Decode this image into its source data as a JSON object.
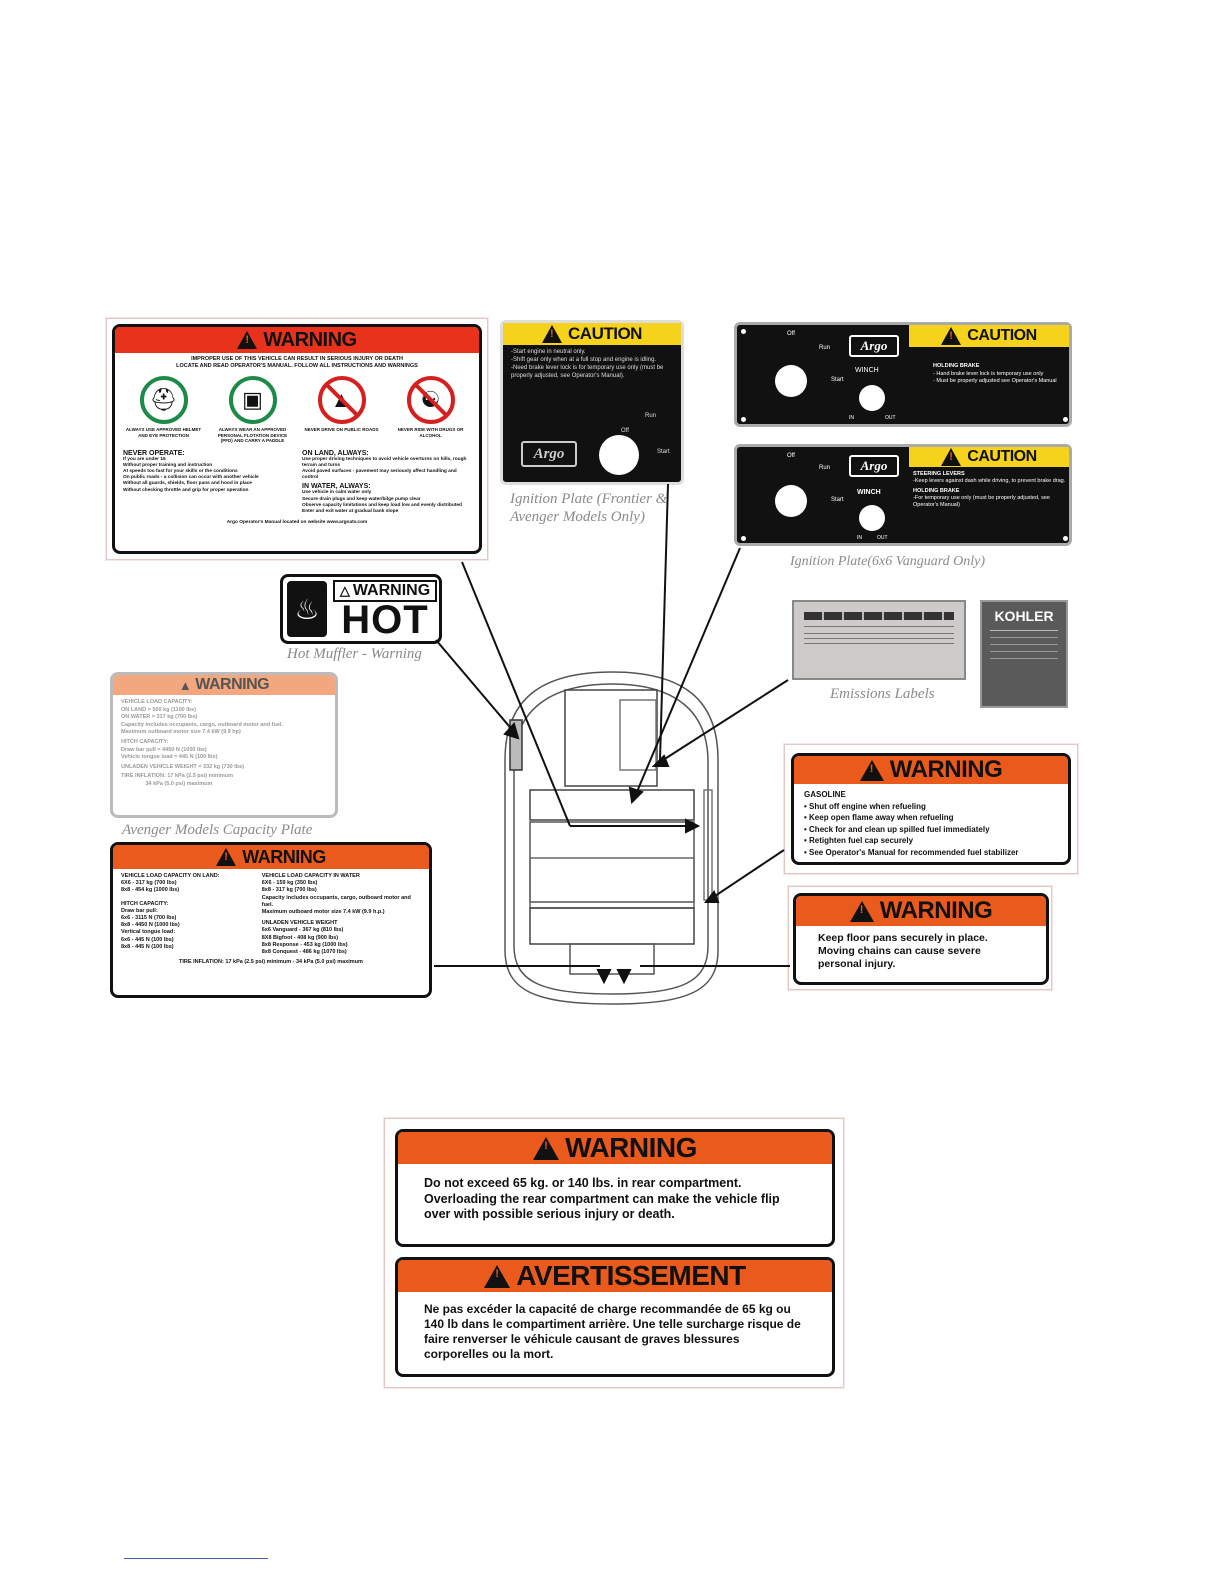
{
  "warning_main": {
    "title": "WARNING",
    "subtitle1": "IMPROPER USE OF THIS VEHICLE CAN RESULT IN SERIOUS INJURY OR DEATH",
    "subtitle2": "LOCATE AND READ OPERATOR'S MANUAL. FOLLOW ALL INSTRUCTIONS AND WARNINGS",
    "icons": [
      {
        "icon": "helmet-icon",
        "caption": "ALWAYS USE APPROVED HELMET AND EYE PROTECTION"
      },
      {
        "icon": "life-vest-icon",
        "caption": "ALWAYS WEAR AN APPROVED PERSONAL FLOTATION DEVICE (PFD) AND CARRY A PADDLE"
      },
      {
        "icon": "no-road-icon",
        "caption": "NEVER DRIVE ON PUBLIC ROADS"
      },
      {
        "icon": "no-alcohol-icon",
        "caption": "NEVER RIDE WITH DRUGS OR ALCOHOL"
      }
    ],
    "never_operate_title": "NEVER OPERATE:",
    "never_operate": [
      "If you are under 16",
      "Without proper training and instruction",
      "At speeds too fast for your skills or the conditions",
      "On public roads - a collision can occur with another vehicle",
      "Without all guards, shields, floor pans and hood in place",
      "Without checking throttle and grip for proper operation"
    ],
    "on_land_title": "ON LAND, ALWAYS:",
    "on_land": [
      "Use proper driving techniques to avoid vehicle overturns on hills, rough terrain and turns",
      "Avoid paved surfaces - pavement may seriously affect handling and control"
    ],
    "in_water_title": "IN WATER, ALWAYS:",
    "in_water": [
      "Use vehicle in calm water only",
      "Secure drain plugs and keep water/bilge pump clear",
      "Observe capacity limitations and keep load low and evenly distributed",
      "Enter and exit water at gradual bank slope"
    ],
    "footer": "Argo Operator's Manual located on website www.argoatv.com"
  },
  "caution_ignition": {
    "title": "CAUTION",
    "lines": [
      "-Start engine in neutral only.",
      "-Shift gear only when at a full stop and engine is idling.",
      "-Need brake lever lock is for temporary use only (must be properly adjusted, see Operator's Manual)."
    ],
    "off": "Off",
    "run": "Run",
    "start": "Start",
    "brand": "Argo"
  },
  "caption_ignition": "Ignition Plate (Frontier & Avenger Models Only)",
  "vanguard_plate_1": {
    "title": "CAUTION",
    "off": "Off",
    "run": "Run",
    "start": "Start",
    "brand": "Argo",
    "winch": "WINCH",
    "in": "IN",
    "out": "OUT",
    "heading": "HOLDING BRAKE",
    "lines": [
      "- Hand brake lever lock is temporary use only",
      "- Must be properly adjusted see Operator's Manual"
    ]
  },
  "vanguard_plate_2": {
    "title": "CAUTION",
    "off": "Off",
    "run": "Run",
    "start": "Start",
    "brand": "Argo",
    "winch": "WINCH",
    "in": "IN",
    "out": "OUT",
    "heading1": "STEERING LEVERS",
    "lines1": [
      "-Keep levers against dash while driving, to prevent brake drag."
    ],
    "heading2": "HOLDING BRAKE",
    "lines2": [
      "-For temporary use only (must be properly adjusted, see Operator's Manual)"
    ]
  },
  "caption_vanguard": "Ignition Plate(6x6 Vanguard Only)",
  "hot_label": {
    "warning": "WARNING",
    "hot": "HOT"
  },
  "caption_hot": "Hot Muffler - Warning",
  "emissions": {
    "brand": "KOHLER"
  },
  "caption_emissions": "Emissions Labels",
  "avenger_capacity": {
    "title": "WARNING",
    "lines": [
      "VEHICLE LOAD CAPACITY:",
      "ON LAND   = 500 kg (1100 lbs)",
      "ON WATER  = 317 kg (700 lbs)",
      "Capacity includes occupants, cargo, outboard motor and fuel.",
      "Maximum outboard motor size 7.4 kW (9.9 hp)",
      "HITCH CAPACITY:",
      "Draw bar pull        = 4450 N (1000 lbs)",
      "Vehicle tongue load   = 445 N (100 lbs)",
      "UNLADEN VEHICLE WEIGHT = 332 kg (730 lbs)",
      "TIRE INFLATION: 17 kPa (2.5 psi) minimum",
      "                34 kPa (5.0 psi) maximum"
    ]
  },
  "caption_avenger": "Avenger Models Capacity Plate",
  "capacity_plate": {
    "title": "WARNING",
    "left": [
      "VEHICLE LOAD CAPACITY ON LAND:",
      "6X6 - 317 kg (700 lbs)",
      "8x8 - 454 kg (1000 lbs)",
      "",
      "HITCH CAPACITY:",
      "Draw bar pull:",
      "6x6 - 3115 N (700 lbs)",
      "8x8 - 4450 N (1000 lbs)",
      "Vertical tongue load:",
      "6x6 - 445 N (100 lbs)",
      "8x8 - 445 N (100 lbs)"
    ],
    "right": [
      "VEHICLE LOAD CAPACITY IN WATER",
      "6X6 - 159 kg (350 lbs)",
      "8x8 - 317 kg (700 lbs)",
      "Capacity includes occupants, cargo, outboard motor and fuel.",
      "Maximum outboard motor size 7.4 kW (9.9 h.p.)",
      "",
      "UNLADEN VEHICLE WEIGHT",
      "6x6 Vanguard - 367 kg (810 lbs)",
      "8X8 Bigfoot - 408 kg (900 lbs)",
      "8x8 Response - 453 kg (1000 lbs)",
      "8x8 Conquest - 486 kg (1070 lbs)"
    ],
    "footer": "TIRE INFLATION: 17 kPa (2.5 psi) minimum - 34 kPa (5.0 psi) maximum"
  },
  "gasoline_warning": {
    "title": "WARNING",
    "heading": "GASOLINE",
    "lines": [
      "• Shut off engine when refueling",
      "• Keep open flame away when refueling",
      "• Check for and clean up spilled fuel immediately",
      "• Retighten fuel cap securely",
      "• See Operator's Manual for recommended fuel stabilizer"
    ]
  },
  "floor_warning": {
    "title": "WARNING",
    "text": "Keep floor pans securely in place. Moving chains can cause severe personal injury."
  },
  "rear_warning": {
    "title": "WARNING",
    "text": "Do not exceed 65 kg. or 140 lbs. in rear compartment. Overloading the rear compartment can make the vehicle flip over with possible serious injury or death."
  },
  "rear_avertissement": {
    "title": "AVERTISSEMENT",
    "text": "Ne pas excéder la capacité de charge recommandée de 65 kg ou 140 lb dans le compartiment arrière. Une telle surcharge risque de faire renverser le véhicule causant de graves blessures corporelles ou la mort."
  }
}
